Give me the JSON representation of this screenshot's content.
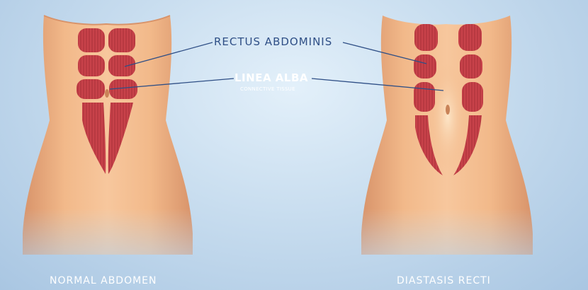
{
  "labels": {
    "rectus_abdominis": "RECTUS ABDOMINIS",
    "linea_alba": "LINEA ALBA",
    "linea_alba_sub": "CONNECTIVE TISSUE"
  },
  "captions": {
    "left": "NORMAL ABDOMEN",
    "right": "DIASTASIS RECTI"
  },
  "colors": {
    "skin": "#f2b98a",
    "skin_shadow": "#e09a6c",
    "muscle": "#c8424a",
    "muscle_dark": "#9e2b34",
    "leader_line": "#2f4f86",
    "label_blue": "#2f4f86",
    "caption": "#ffffff"
  }
}
